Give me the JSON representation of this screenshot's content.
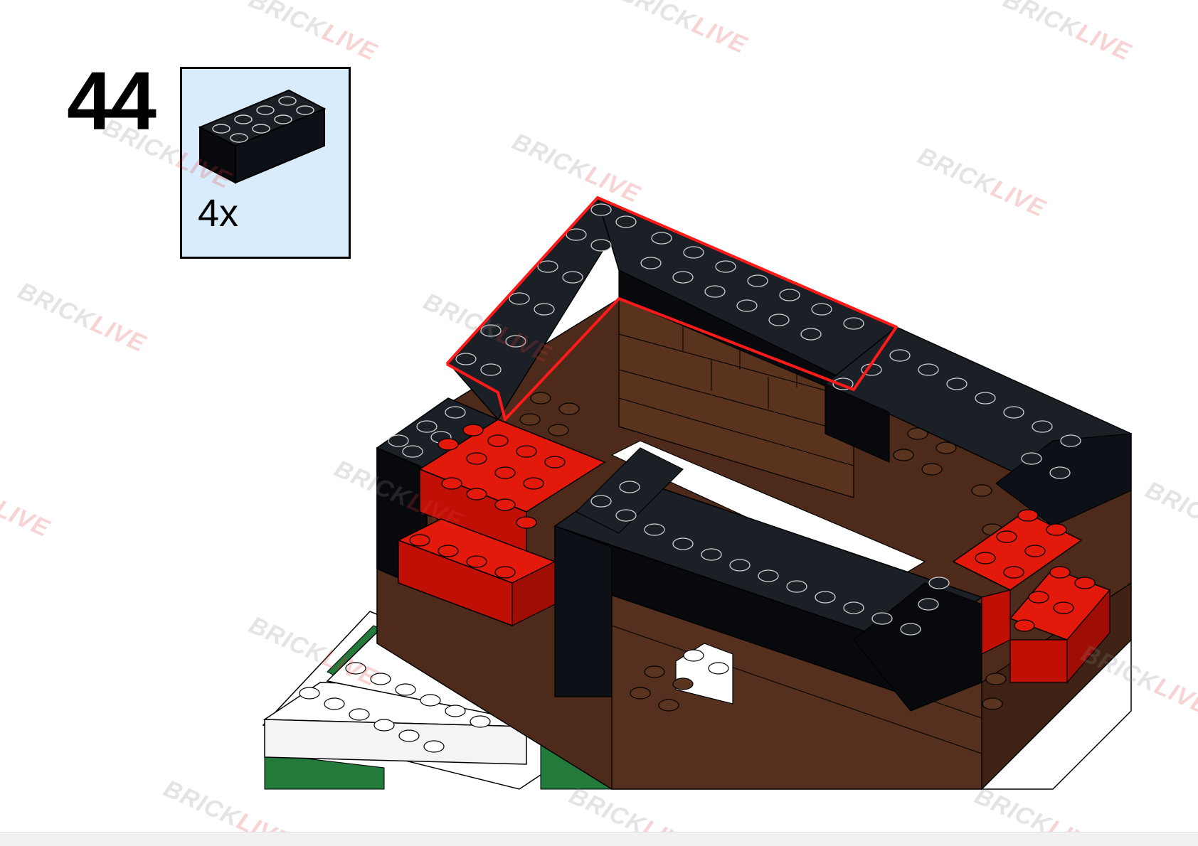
{
  "step": {
    "number": "44"
  },
  "parts_list": {
    "items": [
      {
        "part": "brick-2x4",
        "color": "#0d1117",
        "quantity_label": "4x"
      }
    ]
  },
  "watermark": {
    "text_part_1": "BRICK",
    "text_part_2": "LIVE"
  },
  "colors": {
    "callout_bg": "#d9ecfb",
    "brick_black": "#0d1117",
    "brick_brown": "#4e2a1a",
    "brick_red": "#d81508",
    "brick_white": "#ffffff",
    "brick_green": "#237a3b",
    "highlight_outline": "#ff1a1a"
  }
}
